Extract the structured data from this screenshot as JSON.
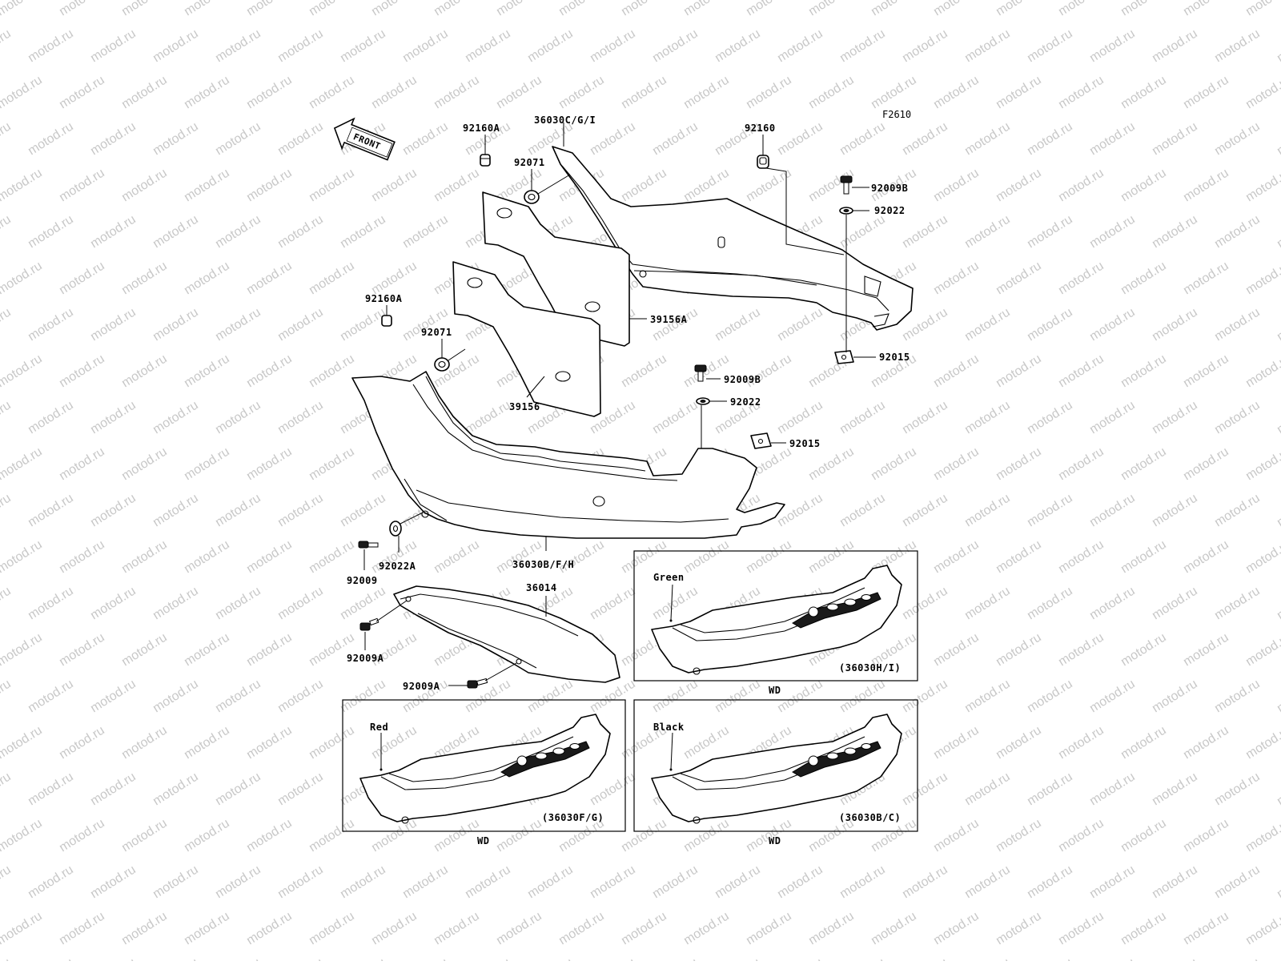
{
  "watermark": {
    "text": "motod.ru"
  },
  "figure_code": "F2610",
  "front_arrow": {
    "label": "FRONT"
  },
  "callouts": [
    {
      "id": "92160A_top",
      "text": "92160A"
    },
    {
      "id": "36030CGI",
      "text": "36030C/G/I"
    },
    {
      "id": "92071_top",
      "text": "92071"
    },
    {
      "id": "92160",
      "text": "92160"
    },
    {
      "id": "92009B_top",
      "text": "92009B"
    },
    {
      "id": "92022_top",
      "text": "92022"
    },
    {
      "id": "92160A_mid",
      "text": "92160A"
    },
    {
      "id": "39156A",
      "text": "39156A"
    },
    {
      "id": "92071_mid",
      "text": "92071"
    },
    {
      "id": "92015_top",
      "text": "92015"
    },
    {
      "id": "39156",
      "text": "39156"
    },
    {
      "id": "92009B_mid",
      "text": "92009B"
    },
    {
      "id": "92022_mid",
      "text": "92022"
    },
    {
      "id": "92015_mid",
      "text": "92015"
    },
    {
      "id": "92009",
      "text": "92009"
    },
    {
      "id": "92022A",
      "text": "92022A"
    },
    {
      "id": "36030BFH",
      "text": "36030B/F/H"
    },
    {
      "id": "36014",
      "text": "36014"
    },
    {
      "id": "92009A_left",
      "text": "92009A"
    },
    {
      "id": "92009A_bottom",
      "text": "92009A"
    }
  ],
  "variants": [
    {
      "id": "green",
      "color_label": "Green",
      "part_code": "(36030H/I)",
      "caption": "WD"
    },
    {
      "id": "red",
      "color_label": "Red",
      "part_code": "(36030F/G)",
      "caption": "WD"
    },
    {
      "id": "black",
      "color_label": "Black",
      "part_code": "(36030B/C)",
      "caption": "WD"
    }
  ]
}
